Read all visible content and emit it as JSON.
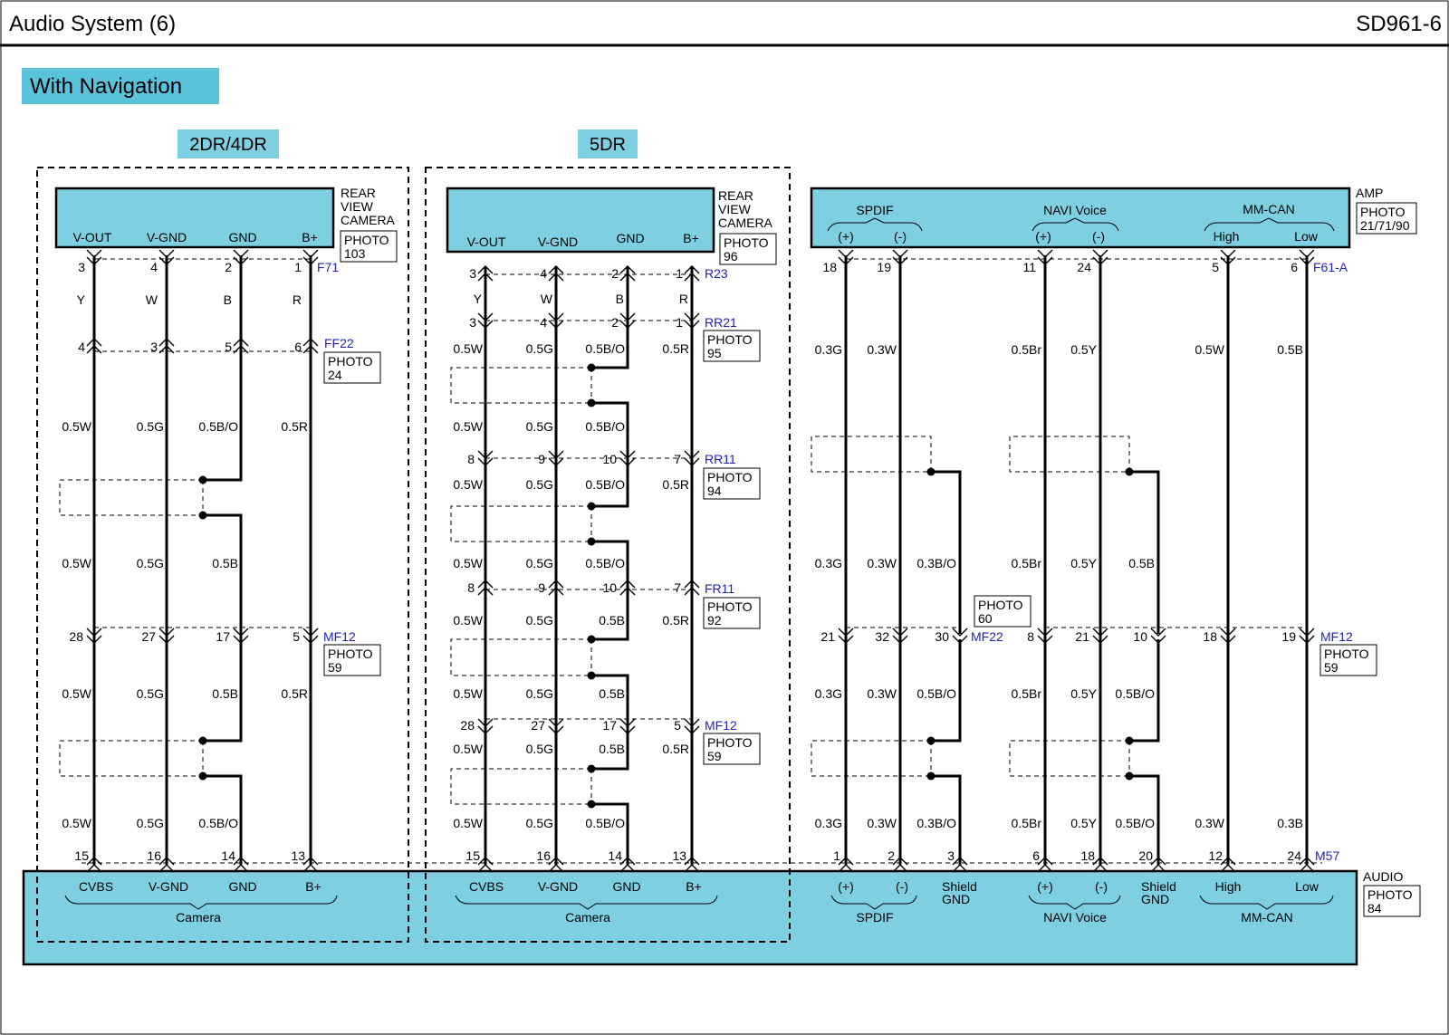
{
  "header": {
    "title": "Audio System (6)",
    "code": "SD961-6"
  },
  "badges": {
    "navigation": "With Navigation",
    "group1": "2DR/4DR",
    "group2": "5DR"
  },
  "colors": {
    "component": "#7fcfe3",
    "wire": "#000000",
    "ref": "#1f1fb4"
  },
  "camera1": {
    "lines": [
      "REAR",
      "VIEW",
      "CAMERA"
    ],
    "photo": [
      "PHOTO",
      "103"
    ],
    "pins": [
      "V-OUT",
      "V-GND",
      "GND",
      "B+"
    ],
    "wires": [
      {
        "top": "3",
        "color": "Y",
        "ff": "4",
        "w1": "0.5W",
        "w2": "0.5W",
        "mf": "28",
        "w3": "0.5W",
        "w4": "0.5W",
        "bot": "15"
      },
      {
        "top": "4",
        "color": "W",
        "ff": "3",
        "w1": "0.5G",
        "w2": "0.5G",
        "mf": "27",
        "w3": "0.5G",
        "w4": "0.5G",
        "bot": "16"
      },
      {
        "top": "2",
        "color": "B",
        "ff": "5",
        "w1": "0.5B/O",
        "w2": "0.5B",
        "mf": "17",
        "w3": "0.5B",
        "w4": "0.5B/O",
        "bot": "14"
      },
      {
        "top": "1",
        "color": "R",
        "ff": "6",
        "w1": "0.5R",
        "w2": "",
        "mf": "5",
        "w3": "0.5R",
        "w4": "",
        "bot": "13"
      }
    ],
    "conn_top": "F71",
    "conn_ff": "FF22",
    "photo_ff": [
      "PHOTO",
      "24"
    ],
    "conn_mf": "MF12",
    "photo_mf": [
      "PHOTO",
      "59"
    ]
  },
  "camera2": {
    "lines": [
      "REAR",
      "VIEW",
      "CAMERA"
    ],
    "photo": [
      "PHOTO",
      "96"
    ],
    "pins": [
      "V-OUT",
      "V-GND",
      "GND",
      "B+"
    ],
    "r23": [
      "3",
      "4",
      "2",
      "1"
    ],
    "colors": [
      "Y",
      "W",
      "B",
      "R"
    ],
    "rr21": [
      "3",
      "4",
      "2",
      "1"
    ],
    "rr11": [
      "8",
      "9",
      "10",
      "7"
    ],
    "fr11": [
      "8",
      "9",
      "10",
      "7"
    ],
    "mf12": [
      "28",
      "27",
      "17",
      "5"
    ],
    "bottom": [
      "15",
      "16",
      "14",
      "13"
    ],
    "rows": [
      [
        "0.5W",
        "0.5G",
        "0.5B/O",
        "0.5R"
      ],
      [
        "0.5W",
        "0.5G",
        "0.5B/O",
        ""
      ],
      [
        "0.5W",
        "0.5G",
        "0.5B/O",
        "0.5R"
      ],
      [
        "0.5W",
        "0.5G",
        "0.5B/O",
        ""
      ],
      [
        "0.5W",
        "0.5G",
        "0.5B",
        "0.5R"
      ],
      [
        "0.5W",
        "0.5G",
        "0.5B",
        ""
      ],
      [
        "0.5W",
        "0.5G",
        "0.5B",
        "0.5R"
      ],
      [
        "0.5W",
        "0.5G",
        "0.5B/O",
        ""
      ]
    ],
    "refs": {
      "r23": "R23",
      "rr21": "RR21",
      "rr11": "RR11",
      "fr11": "FR11",
      "mf12": "MF12"
    },
    "photos": {
      "rr21": [
        "PHOTO",
        "95"
      ],
      "rr11": [
        "PHOTO",
        "94"
      ],
      "fr11": [
        "PHOTO",
        "92"
      ],
      "mf12": [
        "PHOTO",
        "59"
      ]
    }
  },
  "amp": {
    "label": "AMP",
    "photo": [
      "PHOTO",
      "21/71/90"
    ],
    "groups": [
      "SPDIF",
      "NAVI Voice",
      "MM-CAN"
    ],
    "pins": [
      "(+)",
      "(-)",
      "(+)",
      "(-)",
      "High",
      "Low"
    ],
    "pin_numbers": [
      "18",
      "19",
      "11",
      "24",
      "5",
      "6"
    ],
    "conn": "F61-A",
    "wires_top": [
      "0.3G",
      "0.3W",
      "0.5Br",
      "0.5Y",
      "0.5W",
      "0.5B"
    ],
    "wires_mid": [
      "0.3G",
      "0.3W",
      "0.3B/O",
      "0.5Br",
      "0.5Y",
      "0.5B"
    ],
    "mf22": [
      "21",
      "32",
      "30"
    ],
    "mf22_ref": "MF22",
    "mf22_photo": [
      "PHOTO",
      "60"
    ],
    "mf12": [
      "8",
      "21",
      "10",
      "18",
      "19"
    ],
    "mf12_ref": "MF12",
    "mf12_photo": [
      "PHOTO",
      "59"
    ],
    "wires_low1": [
      "0.3G",
      "0.3W",
      "0.5B/O",
      "0.5Br",
      "0.5Y",
      "0.5B/O"
    ],
    "wires_low2": [
      "0.3G",
      "0.3W",
      "0.3B/O",
      "0.5Br",
      "0.5Y",
      "0.5B/O",
      "0.3W",
      "0.3B"
    ],
    "bottom": [
      "1",
      "2",
      "3",
      "6",
      "18",
      "20",
      "12",
      "24"
    ],
    "bottom_ref": "M57"
  },
  "audio": {
    "label": "AUDIO",
    "photo": [
      "PHOTO",
      "84"
    ],
    "cam_pins": [
      "CVBS",
      "V-GND",
      "GND",
      "B+"
    ],
    "cam_group": "Camera",
    "amp_pins": [
      "(+)",
      "(-)",
      "(+)",
      "(-)",
      "High",
      "Low"
    ],
    "shield1": [
      "Shield",
      "GND"
    ],
    "shield2": [
      "Shield",
      "GND"
    ],
    "groups": [
      "SPDIF",
      "NAVI Voice",
      "MM-CAN"
    ]
  }
}
